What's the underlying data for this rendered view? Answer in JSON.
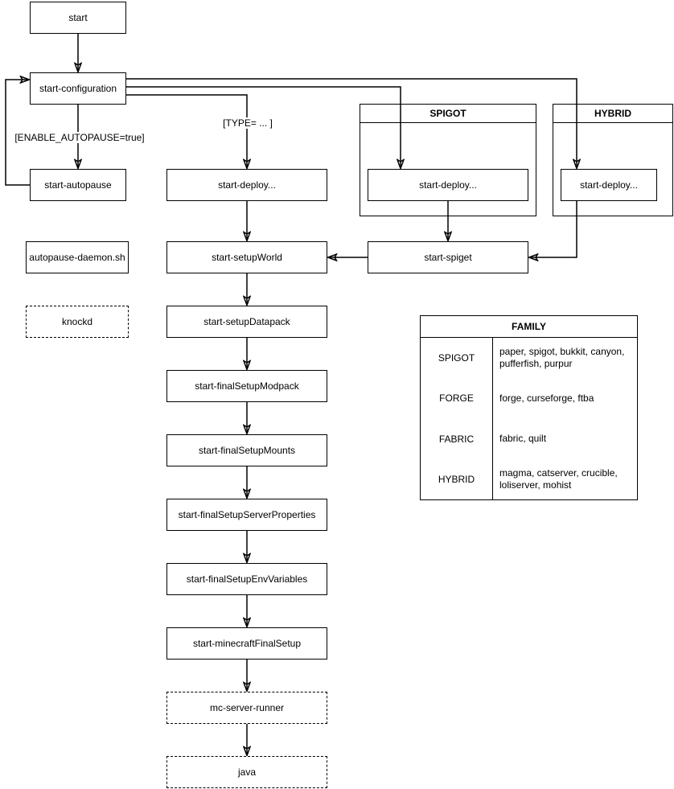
{
  "diagram": {
    "nodes": {
      "start": {
        "label": "start"
      },
      "start_configuration": {
        "label": "start-configuration"
      },
      "start_autopause": {
        "label": "start-autopause"
      },
      "autopause_daemon": {
        "label": "autopause-daemon.sh"
      },
      "knockd": {
        "label": "knockd"
      },
      "start_deploy_main": {
        "label": "start-deploy..."
      },
      "start_setup_world": {
        "label": "start-setupWorld"
      },
      "start_setup_datapack": {
        "label": "start-setupDatapack"
      },
      "start_final_setup_modpack": {
        "label": "start-finalSetupModpack"
      },
      "start_final_setup_mounts": {
        "label": "start-finalSetupMounts"
      },
      "start_final_setup_server_properties": {
        "label": "start-finalSetupServerProperties"
      },
      "start_final_setup_env_variables": {
        "label": "start-finalSetupEnvVariables"
      },
      "start_minecraft_final_setup": {
        "label": "start-minecraftFinalSetup"
      },
      "mc_server_runner": {
        "label": "mc-server-runner"
      },
      "java": {
        "label": "java"
      },
      "start_deploy_spigot": {
        "label": "start-deploy..."
      },
      "start_deploy_hybrid": {
        "label": "start-deploy..."
      },
      "start_spiget": {
        "label": "start-spiget"
      }
    },
    "groups": {
      "spigot": {
        "title": "SPIGOT"
      },
      "hybrid": {
        "title": "HYBRID"
      }
    },
    "edge_labels": {
      "enable_autopause": "[ENABLE_AUTOPAUSE=true]",
      "type": "[TYPE= ... ]"
    },
    "family_table": {
      "title": "FAMILY",
      "rows": [
        {
          "family": "SPIGOT",
          "servers": "paper, spigot, bukkit, canyon, pufferfish, purpur"
        },
        {
          "family": "FORGE",
          "servers": "forge, curseforge, ftba"
        },
        {
          "family": "FABRIC",
          "servers": "fabric, quilt"
        },
        {
          "family": "HYBRID",
          "servers": "magma, catserver, crucible, loliserver, mohist"
        }
      ]
    },
    "colors": {
      "line": "#000000",
      "box_fill": "#ffffff",
      "background": "#ffffff"
    }
  }
}
